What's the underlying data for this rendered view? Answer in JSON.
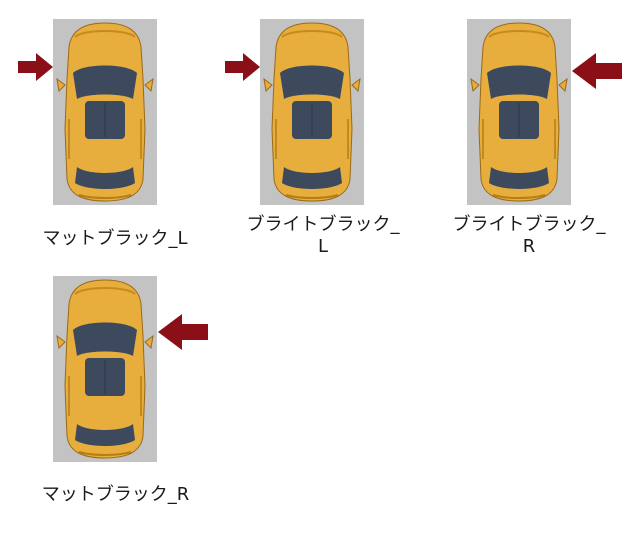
{
  "colors": {
    "background": "#ffffff",
    "photo_background": "#c3c3c3",
    "car_body": "#e7ae3d",
    "glass": "#3d4a5e",
    "arrow": "#8b0f16"
  },
  "items": [
    {
      "caption": "マットブラック_L",
      "arrow_side": "left",
      "arrow_direction": "right"
    },
    {
      "caption_line1": "ブライトブラック_",
      "caption_line2": "L",
      "arrow_side": "left",
      "arrow_direction": "right"
    },
    {
      "caption_line1": "ブライトブラック_",
      "caption_line2": "R",
      "arrow_side": "right",
      "arrow_direction": "left"
    },
    {
      "caption": "マットブラック_R",
      "arrow_side": "right",
      "arrow_direction": "left"
    }
  ],
  "icons": {
    "car": "car-top-view-icon",
    "arrow_right": "arrow-right-icon",
    "arrow_left": "arrow-left-icon"
  }
}
